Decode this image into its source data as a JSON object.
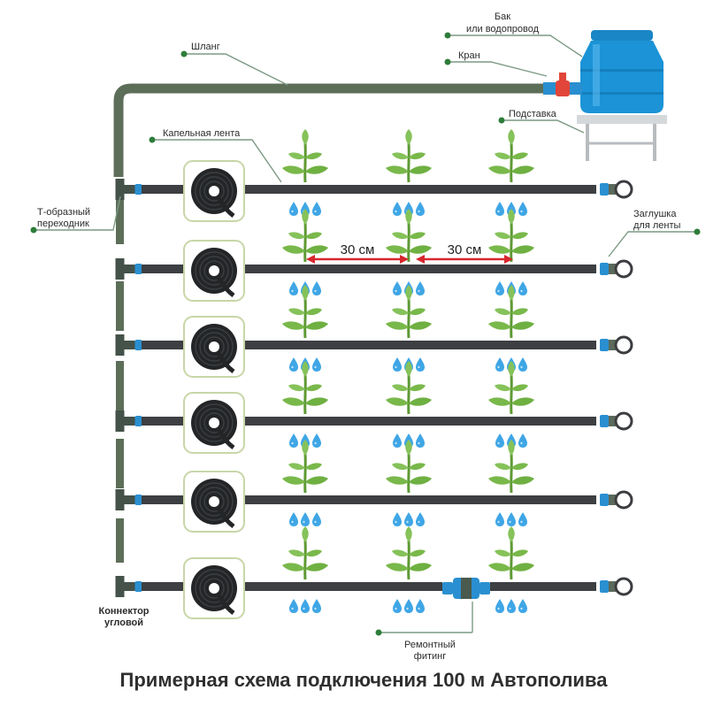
{
  "labels": {
    "hose": "Шланг",
    "tank_line1": "Бак",
    "tank_line2": "или водопровод",
    "valve": "Кран",
    "stand": "Подставка",
    "drip_tape": "Капельная лента",
    "t_adapter_line1": "Т-образный",
    "t_adapter_line2": "переходник",
    "end_plug_line1": "Заглушка",
    "end_plug_line2": "для ленты",
    "corner_connector_line1": "Коннектор",
    "corner_connector_line2": "угловой",
    "repair_fitting_line1": "Ремонтный",
    "repair_fitting_line2": "фитинг"
  },
  "spacing": {
    "left": "30 см",
    "right": "30 см"
  },
  "title": "Примерная схема подключения 100 м Автополива",
  "colors": {
    "hose": "#5c6e58",
    "tape": "#3d3f42",
    "tank": "#1b93d6",
    "valve_red": "#e2453a",
    "leaf": "#79b84a",
    "drop": "#3fa6e6",
    "arrow": "#d7262e",
    "dot": "#2e7d3a"
  },
  "rows": 6
}
